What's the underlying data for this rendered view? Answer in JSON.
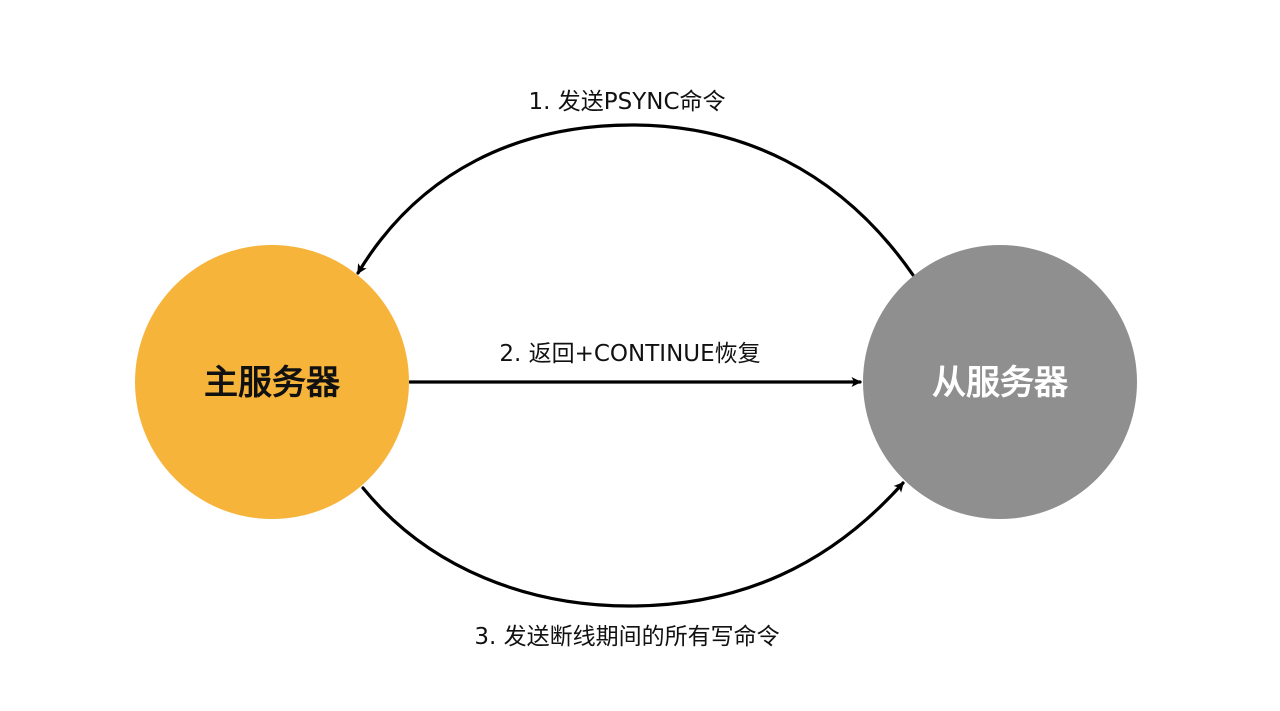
{
  "colors": {
    "master_fill": "#F7B43B",
    "slave_fill": "#8F8F8F",
    "master_text": "#111111",
    "slave_text": "#FFFFFF",
    "edge": "#000000"
  },
  "nodes": {
    "master": {
      "label": "主服务器"
    },
    "slave": {
      "label": "从服务器"
    }
  },
  "edges": {
    "psync": {
      "label": "1. 发送PSYNC命令",
      "from": "从服务器",
      "to": "主服务器"
    },
    "continue": {
      "label": "2. 返回+CONTINUE恢复",
      "from": "主服务器",
      "to": "从服务器"
    },
    "write_cmds": {
      "label": "3. 发送断线期间的所有写命令",
      "from": "主服务器",
      "to": "从服务器"
    }
  }
}
